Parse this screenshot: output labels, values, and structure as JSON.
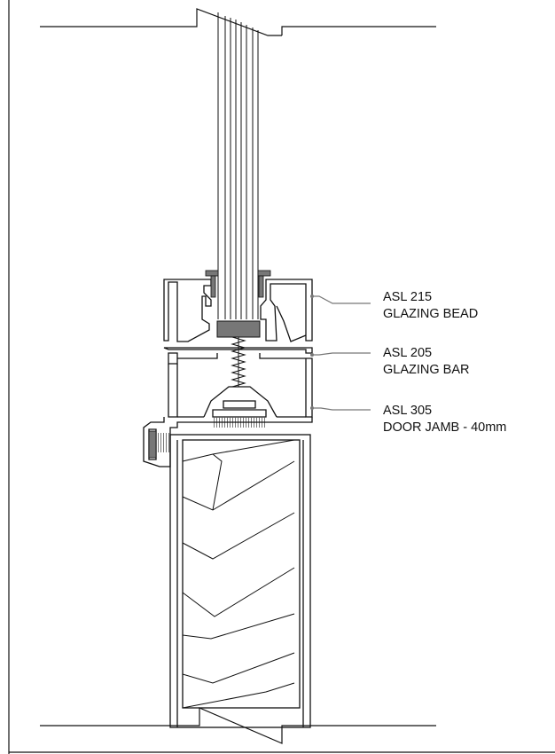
{
  "callouts": [
    {
      "code": "ASL 215",
      "name": "GLAZING BEAD"
    },
    {
      "code": "ASL 205",
      "name": "GLAZING BAR"
    },
    {
      "code": "ASL 305",
      "name": "DOOR JAMB - 40mm"
    }
  ],
  "colors": {
    "line": "#111111",
    "leader": "#777777",
    "fill_dark": "#777777",
    "fill_light": "#ffffff"
  }
}
